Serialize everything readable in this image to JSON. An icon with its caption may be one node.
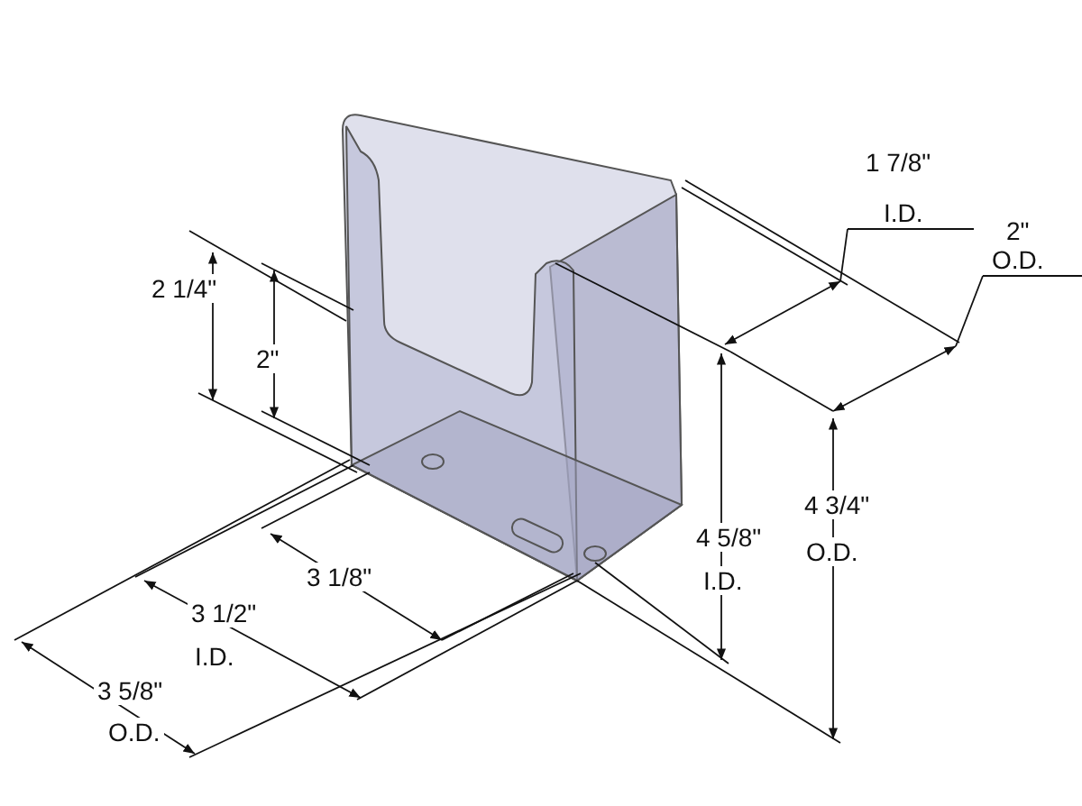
{
  "diagram": {
    "labels": [
      "1 7/8\"",
      "I.D.",
      "2\"",
      "O.D.",
      "2 1/4\"",
      "2\"",
      "3 1/8\"",
      "4 5/8\"",
      "I.D.",
      "4 3/4\"",
      "O.D.",
      "3 1/2\"",
      "I.D.",
      "3 5/8\"",
      "O.D."
    ]
  }
}
